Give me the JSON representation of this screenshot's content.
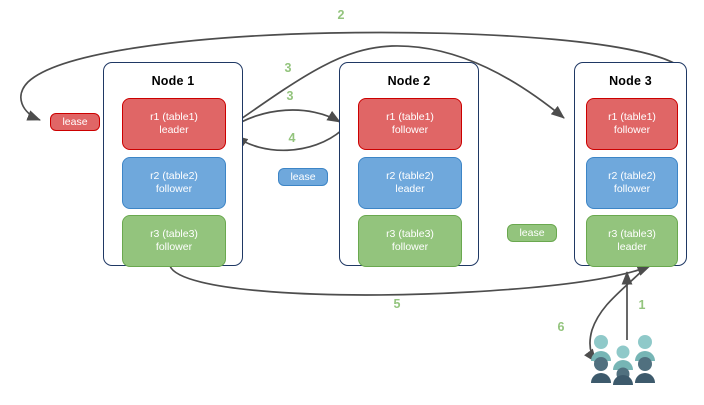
{
  "diagram": {
    "title": "",
    "colors": {
      "red_fill": "#e06666",
      "red_border": "#cc0000",
      "blue_fill": "#6fa8dc",
      "blue_border": "#3d85c6",
      "green_fill": "#93c47d",
      "green_border": "#6aa84f",
      "node_border": "#1f3864",
      "edge": "#4d4d4d",
      "step_label": "#93c47d",
      "users_light": "#76b5b5",
      "users_light2": "#8fc9c9",
      "users_dark": "#3d5a6c",
      "users_dark2": "#50707f"
    },
    "nodes": [
      {
        "id": "node1",
        "title": "Node 1",
        "replicas": [
          {
            "name": "r1 (table1)",
            "role": "leader",
            "color": "red"
          },
          {
            "name": "r2 (table2)",
            "role": "follower",
            "color": "blue"
          },
          {
            "name": "r3 (table3)",
            "role": "follower",
            "color": "green"
          }
        ]
      },
      {
        "id": "node2",
        "title": "Node 2",
        "replicas": [
          {
            "name": "r1 (table1)",
            "role": "follower",
            "color": "red"
          },
          {
            "name": "r2 (table2)",
            "role": "leader",
            "color": "blue"
          },
          {
            "name": "r3 (table3)",
            "role": "follower",
            "color": "green"
          }
        ]
      },
      {
        "id": "node3",
        "title": "Node 3",
        "replicas": [
          {
            "name": "r1 (table1)",
            "role": "follower",
            "color": "red"
          },
          {
            "name": "r2 (table2)",
            "role": "follower",
            "color": "blue"
          },
          {
            "name": "r3 (table3)",
            "role": "leader",
            "color": "green"
          }
        ]
      }
    ],
    "leases": [
      {
        "id": "lease-r1",
        "label": "lease",
        "color": "red"
      },
      {
        "id": "lease-r2",
        "label": "lease",
        "color": "blue"
      },
      {
        "id": "lease-r3",
        "label": "lease",
        "color": "green"
      }
    ],
    "steps": [
      {
        "id": "step-1",
        "label": "1"
      },
      {
        "id": "step-2",
        "label": "2"
      },
      {
        "id": "step-3a",
        "label": "3"
      },
      {
        "id": "step-3b",
        "label": "3"
      },
      {
        "id": "step-4",
        "label": "4"
      },
      {
        "id": "step-5",
        "label": "5"
      },
      {
        "id": "step-6",
        "label": "6"
      }
    ],
    "actors": {
      "users": "users-icon"
    }
  }
}
